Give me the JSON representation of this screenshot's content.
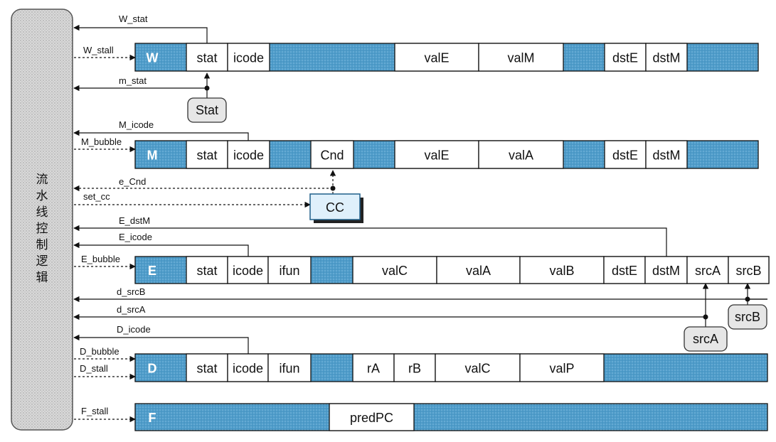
{
  "control_logic": {
    "label": "流水线控制逻辑"
  },
  "stages": {
    "W": {
      "letter": "W",
      "fields": [
        "stat",
        "icode",
        "valE",
        "valM",
        "dstE",
        "dstM"
      ]
    },
    "M": {
      "letter": "M",
      "fields": [
        "stat",
        "icode",
        "Cnd",
        "valE",
        "valA",
        "dstE",
        "dstM"
      ]
    },
    "E": {
      "letter": "E",
      "fields": [
        "stat",
        "icode",
        "ifun",
        "valC",
        "valA",
        "valB",
        "dstE",
        "dstM",
        "srcA",
        "srcB"
      ]
    },
    "D": {
      "letter": "D",
      "fields": [
        "stat",
        "icode",
        "ifun",
        "rA",
        "rB",
        "valC",
        "valP"
      ]
    },
    "F": {
      "letter": "F",
      "fields": [
        "predPC"
      ]
    }
  },
  "units": {
    "stat": "Stat",
    "cc": "CC",
    "srcA": "srcA",
    "srcB": "srcB"
  },
  "signals": {
    "W_stat": "W_stat",
    "W_stall": "W_stall",
    "m_stat": "m_stat",
    "M_icode": "M_icode",
    "M_bubble": "M_bubble",
    "e_Cnd": "e_Cnd",
    "set_cc": "set_cc",
    "E_dstM": "E_dstM",
    "E_icode": "E_icode",
    "E_bubble": "E_bubble",
    "d_srcB": "d_srcB",
    "d_srcA": "d_srcA",
    "D_icode": "D_icode",
    "D_bubble": "D_bubble",
    "D_stall": "D_stall",
    "F_stall": "F_stall"
  },
  "colors": {
    "register_fill": "#4f9cc9",
    "field_fill": "#ffffff",
    "control_fill": "#d4d4d4",
    "unit_fill": "#e6e6e6",
    "cc_fill": "#dff0fb",
    "line": "#111111"
  }
}
